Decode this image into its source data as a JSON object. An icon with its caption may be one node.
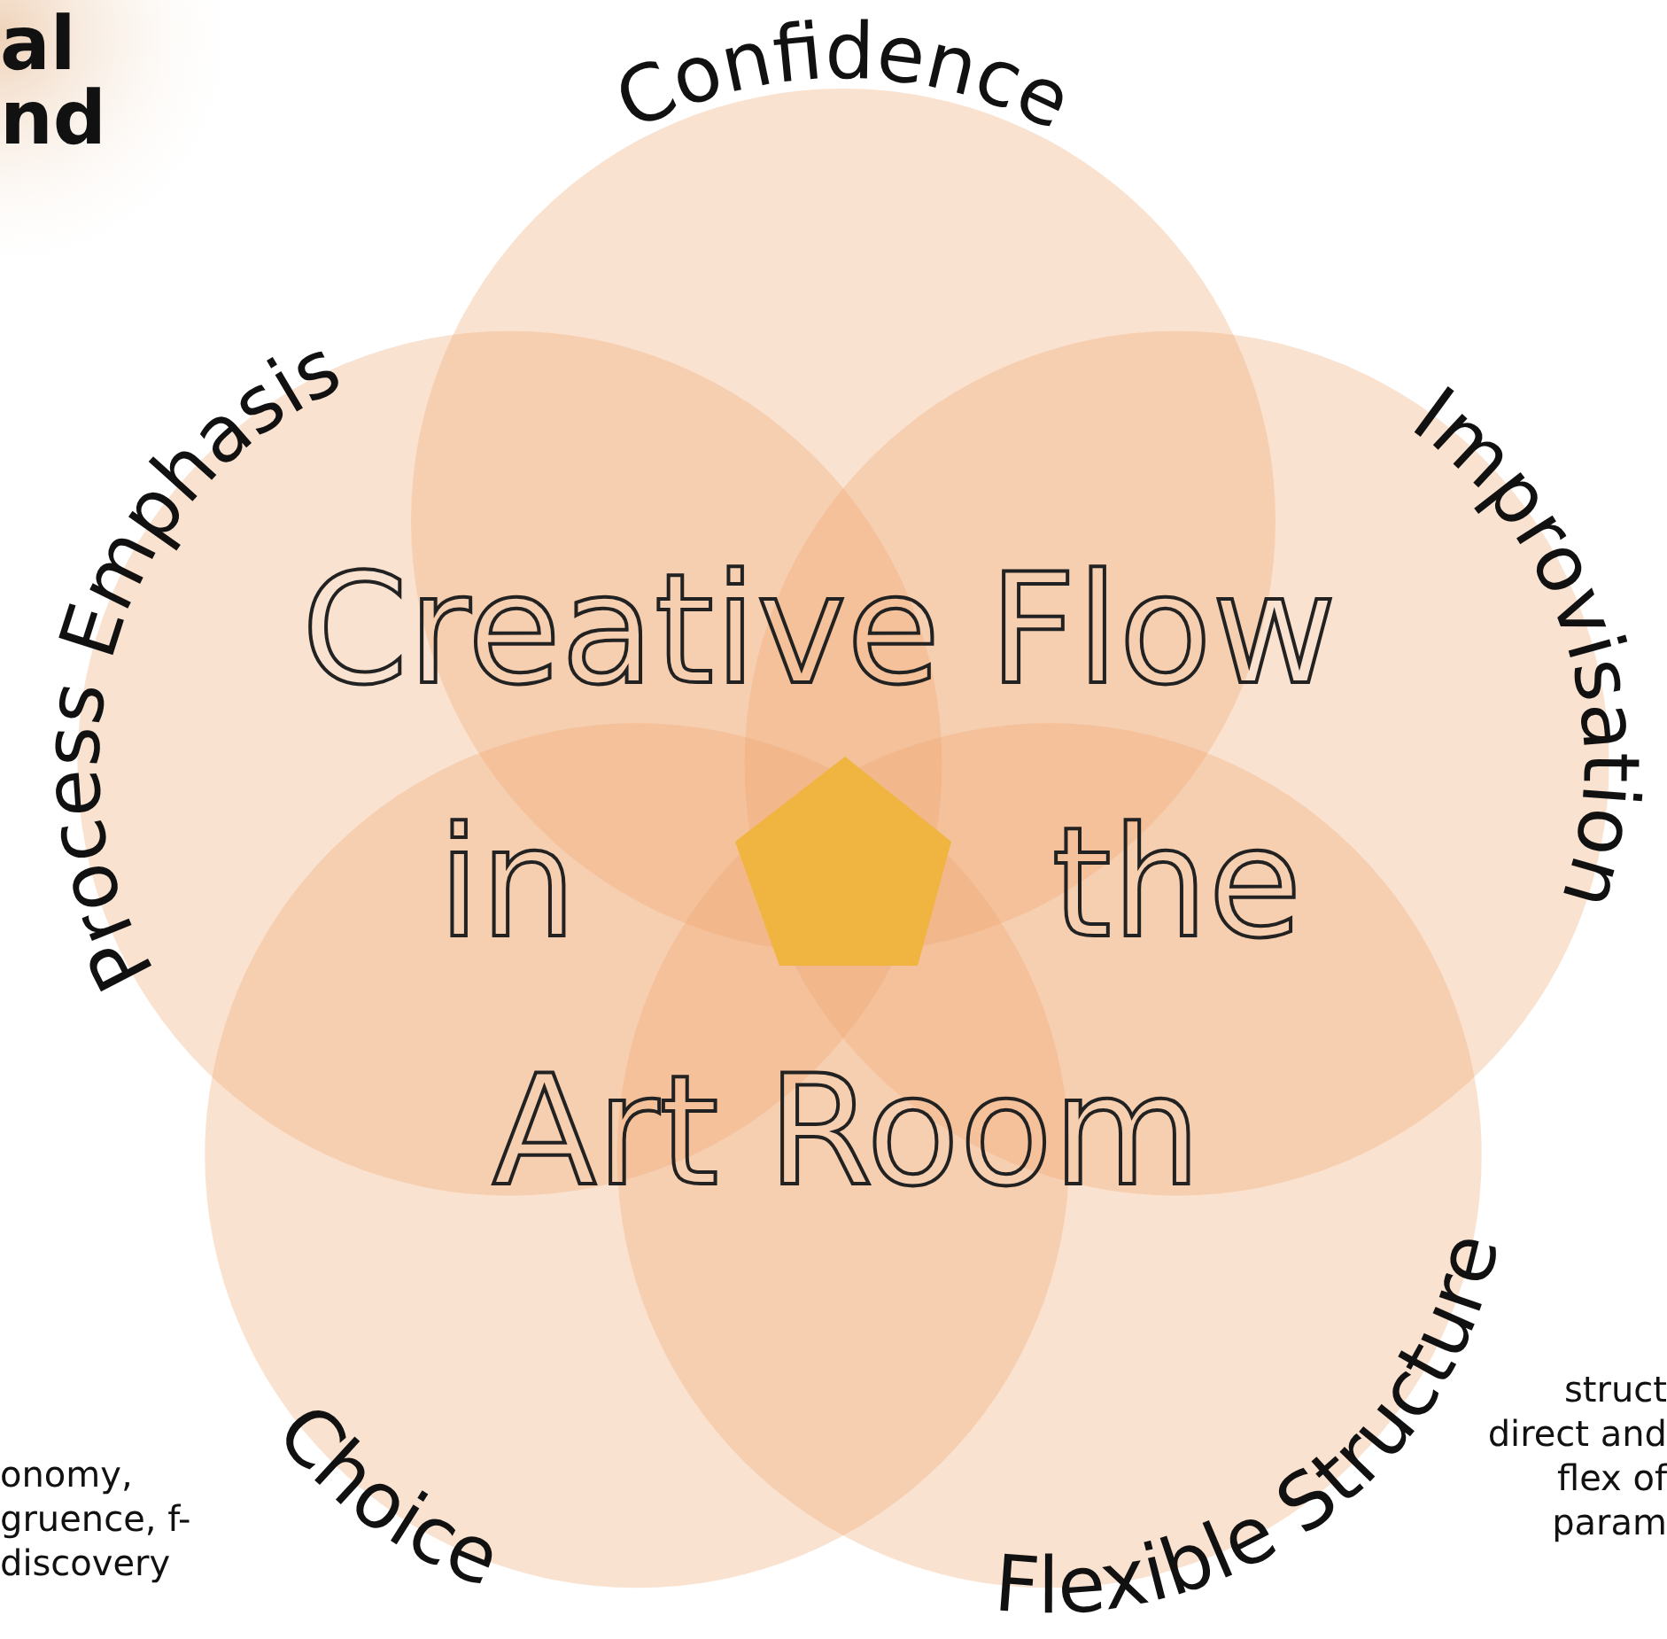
{
  "diagram": {
    "title": "Creative Flow in the Art Room",
    "nodes": [
      {
        "text": [
          "Confidence"
        ]
      },
      {
        "text": [
          "Improvisation"
        ]
      },
      {
        "text": [
          "Flexible Structure"
        ],
        "beside": [
          "struct direct and flex of param"
        ]
      },
      {
        "text": [
          "Choice"
        ],
        "beside": [
          "onomy, gruence, f-discovery"
        ]
      },
      {
        "text": [
          "Process Emphasis"
        ]
      },
      {
        "text": [],
        "shape": "pentagon"
      }
    ],
    "labels": [
      "al",
      "nd"
    ]
  }
}
